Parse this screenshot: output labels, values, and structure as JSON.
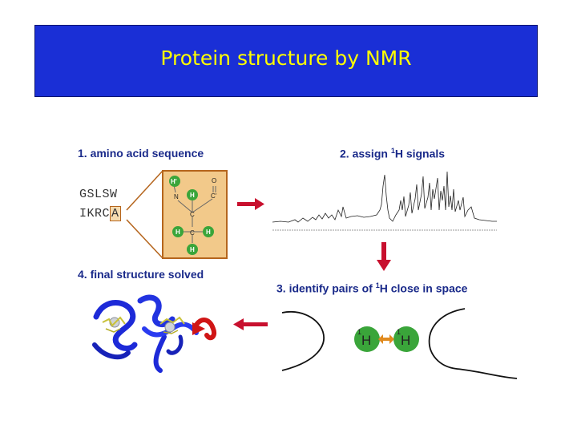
{
  "title": "Protein structure by NMR",
  "steps": {
    "s1": {
      "prefix": "1. amino acid sequence"
    },
    "s2": {
      "prefix": "2. assign ",
      "sup": "1",
      "suffix": "H signals"
    },
    "s3": {
      "prefix": "3. identify pairs of ",
      "sup": "1",
      "suffix": "H close in space"
    },
    "s4": {
      "prefix": "4. final structure solved"
    }
  },
  "sequence": {
    "line1": "GSLSW",
    "line2": "IKRC",
    "boxed": "A"
  },
  "residue_atoms": {
    "h_prime": "H'",
    "n": "N",
    "h": "H",
    "c": "C",
    "c_prime": "C'",
    "o": "O"
  },
  "proton_pair": {
    "sup": "1",
    "label": "H"
  },
  "colors": {
    "title_bg": "#1a2fd6",
    "title_text": "#ffff00",
    "step_text": "#1a2a8a",
    "arrow": "#c8102e",
    "proton": "#3aa53a",
    "residue_fill": "#f2c98a",
    "residue_border": "#b5651d"
  }
}
